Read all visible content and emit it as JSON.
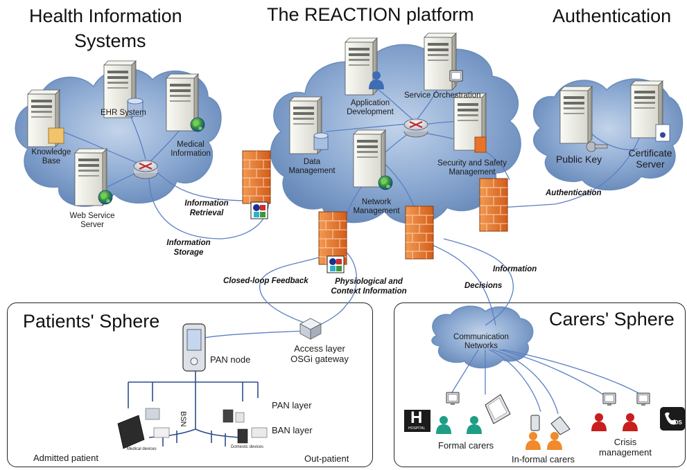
{
  "titles": {
    "his_line1": "Health Information",
    "his_line2": "Systems",
    "platform": "The REACTION platform",
    "auth": "Authentication",
    "patients": "Patients' Sphere",
    "carers": "Carers' Sphere"
  },
  "his_nodes": {
    "knowledge_line1": "Knowledge",
    "knowledge_line2": "Base",
    "ehr": "EHR System",
    "medical_line1": "Medical",
    "medical_line2": "Information",
    "webservice_line1": "Web Service",
    "webservice_line2": "Server"
  },
  "platform_nodes": {
    "appdev_line1": "Application",
    "appdev_line2": "Development",
    "orchestration": "Service Orchestration",
    "data_line1": "Data",
    "data_line2": "Management",
    "security_line1": "Security and Safety",
    "security_line2": "Management",
    "network_line1": "Network",
    "network_line2": "Management"
  },
  "auth_nodes": {
    "public_key": "Public Key",
    "cert_line1": "Certificate",
    "cert_line2": "Server"
  },
  "flows": {
    "retrieval_line1": "Information",
    "retrieval_line2": "Retrieval",
    "storage_line1": "Information",
    "storage_line2": "Storage",
    "authentication": "Authentication",
    "closed_loop": "Closed-loop Feedback",
    "physio_line1": "Physiological and",
    "physio_line2": "Context Information",
    "information": "Information",
    "decisions": "Decisions"
  },
  "patients": {
    "gateway_line1": "Access layer",
    "gateway_line2": "OSGi gateway",
    "pan_node": "PAN node",
    "pan_layer": "PAN layer",
    "ban_layer": "BAN layer",
    "bsn": "BSN",
    "medical_devices": "Medical devices",
    "domestic_devices": "Domestic devices",
    "admitted": "Admitted patient",
    "outpatient": "Out-patient"
  },
  "carers": {
    "comm_line1": "Communication",
    "comm_line2": "Networks",
    "formal": "Formal carers",
    "informal": "In-formal carers",
    "crisis_line1": "Crisis",
    "crisis_line2": "management",
    "hospital_letter": "H",
    "hospital_caption": "HOSPITAL",
    "sos": "SOS"
  },
  "colors": {
    "cloud": "#7f9fc9",
    "cloud_edge": "#5c7fae",
    "firewall": "#e8742c",
    "server": "#e9e9e2",
    "link": "#5b7fc4",
    "formal_carer": "#1e9e86",
    "informal_carer": "#f08a2c",
    "crisis_carer": "#c81e1e"
  }
}
